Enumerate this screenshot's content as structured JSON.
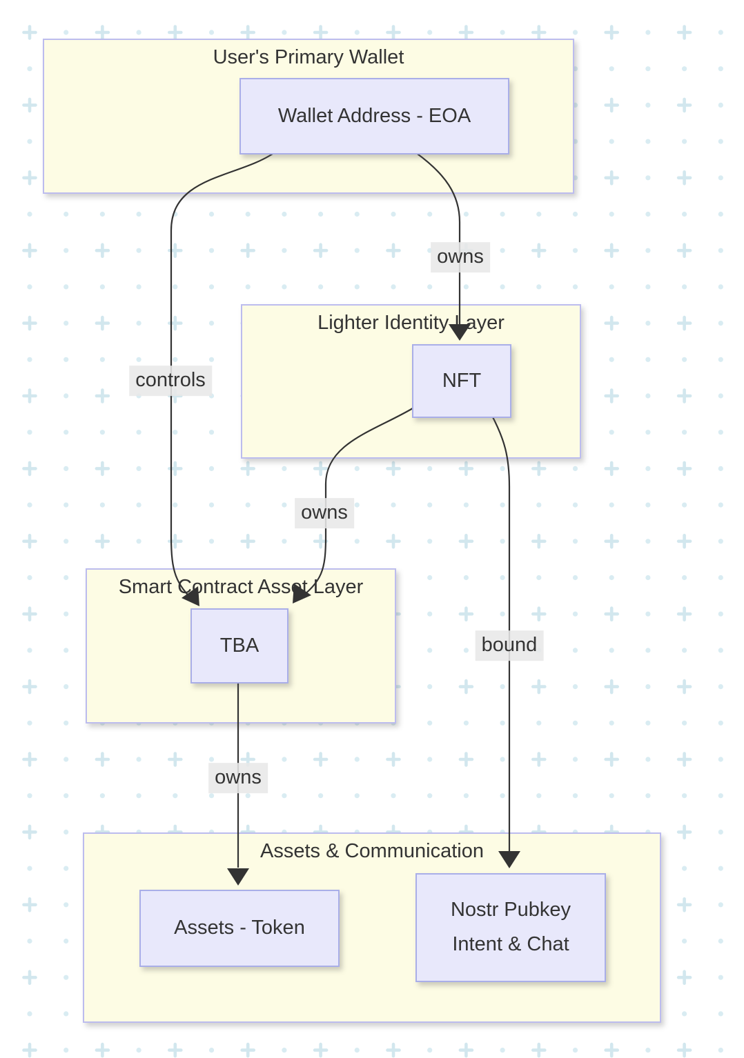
{
  "diagram": {
    "type": "flowchart",
    "clusters": [
      {
        "id": "wallet",
        "title": "User's Primary Wallet"
      },
      {
        "id": "identity",
        "title": "Lighter Identity Layer"
      },
      {
        "id": "asset",
        "title": "Smart Contract Asset Layer"
      },
      {
        "id": "comm",
        "title": "Assets & Communication"
      }
    ],
    "nodes": [
      {
        "id": "eoa",
        "label": "Wallet Address - EOA",
        "cluster": "wallet"
      },
      {
        "id": "nft",
        "label": "NFT",
        "cluster": "identity"
      },
      {
        "id": "tba",
        "label": "TBA",
        "cluster": "asset"
      },
      {
        "id": "assets",
        "label": "Assets - Token",
        "cluster": "comm"
      },
      {
        "id": "nostr",
        "label_line1": "Nostr Pubkey",
        "label_line2": "Intent & Chat",
        "cluster": "comm"
      }
    ],
    "edges": [
      {
        "from": "eoa",
        "to": "nft",
        "label": "owns"
      },
      {
        "from": "eoa",
        "to": "tba",
        "label": "controls"
      },
      {
        "from": "nft",
        "to": "tba",
        "label": "owns"
      },
      {
        "from": "nft",
        "to": "nostr",
        "label": "bound"
      },
      {
        "from": "tba",
        "to": "assets",
        "label": "owns"
      }
    ],
    "colors": {
      "background": "#ffffff",
      "cluster_fill": "#fdfce4",
      "cluster_border": "#bcbcee",
      "node_fill": "#e8e8fb",
      "node_border": "#a9aee8",
      "edge": "#333333",
      "text": "#333333",
      "label_bg": "rgba(232,232,232,0.87)",
      "pattern_plus": "#d2e7ee",
      "pattern_dot": "#d9ecf2"
    }
  }
}
